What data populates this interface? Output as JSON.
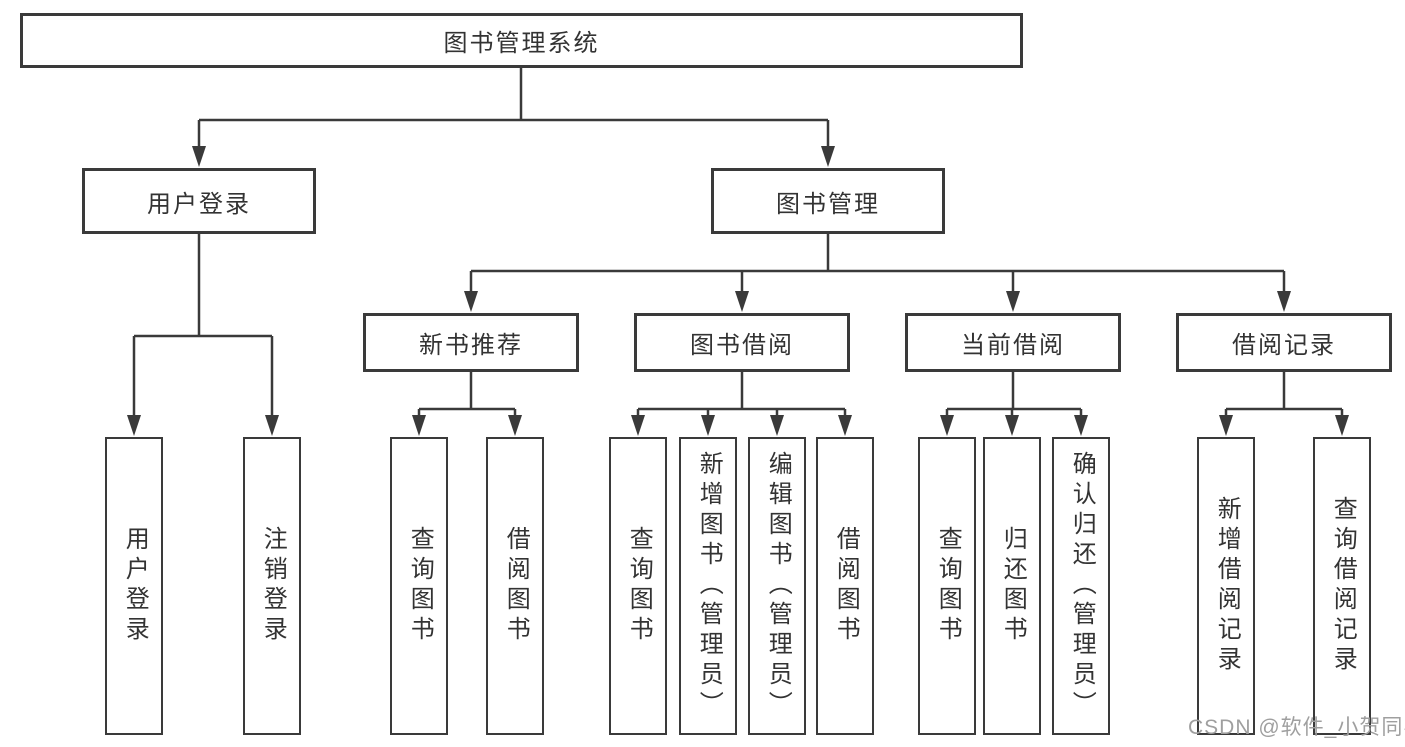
{
  "tree": {
    "label": "图书管理系统",
    "children": [
      {
        "label": "用户登录",
        "children": [
          {
            "label": "用户登录"
          },
          {
            "label": "注销登录"
          }
        ]
      },
      {
        "label": "图书管理",
        "children": [
          {
            "label": "新书推荐",
            "children": [
              {
                "label": "查询图书"
              },
              {
                "label": "借阅图书"
              }
            ]
          },
          {
            "label": "图书借阅",
            "children": [
              {
                "label": "查询图书"
              },
              {
                "label": "新增图书（管理员）"
              },
              {
                "label": "编辑图书（管理员）"
              },
              {
                "label": "借阅图书"
              }
            ]
          },
          {
            "label": "当前借阅",
            "children": [
              {
                "label": "查询图书"
              },
              {
                "label": "归还图书"
              },
              {
                "label": "确认归还（管理员）"
              }
            ]
          },
          {
            "label": "借阅记录",
            "children": [
              {
                "label": "新增借阅记录"
              },
              {
                "label": "查询借阅记录"
              }
            ]
          }
        ]
      }
    ]
  },
  "watermark": "CSDN @软件_小贺同学",
  "colors": {
    "line": "#3a3a3a",
    "box_border": "#3a3a3a",
    "text": "#333333",
    "watermark": "#9f9f9f",
    "background": "#ffffff"
  }
}
